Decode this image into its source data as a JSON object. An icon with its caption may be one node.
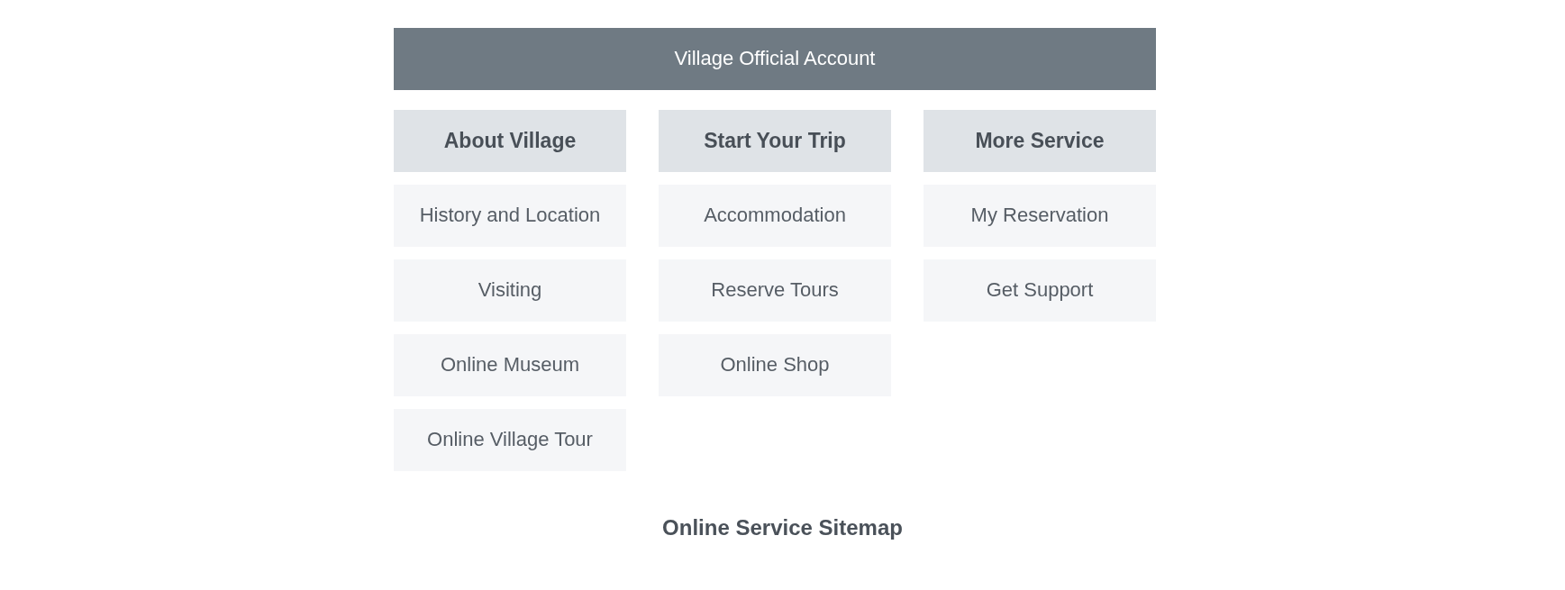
{
  "diagram": {
    "caption": "Online Service Sitemap",
    "nodes": [
      {
        "text": [
          "Village Official Account"
        ]
      },
      {
        "text": [
          "About Village"
        ]
      },
      {
        "text": [
          "History and Location"
        ]
      },
      {
        "text": [
          "Visiting"
        ]
      },
      {
        "text": [
          "Online Museum"
        ]
      },
      {
        "text": [
          "Online Village Tour"
        ]
      },
      {
        "text": [
          "Start Your Trip"
        ]
      },
      {
        "text": [
          "Accommodation"
        ]
      },
      {
        "text": [
          "Reserve Tours"
        ]
      },
      {
        "text": [
          "Online Shop"
        ]
      },
      {
        "text": [
          "More Service"
        ]
      },
      {
        "text": [
          "My Reservation"
        ]
      },
      {
        "text": [
          "Get Support"
        ]
      }
    ]
  }
}
